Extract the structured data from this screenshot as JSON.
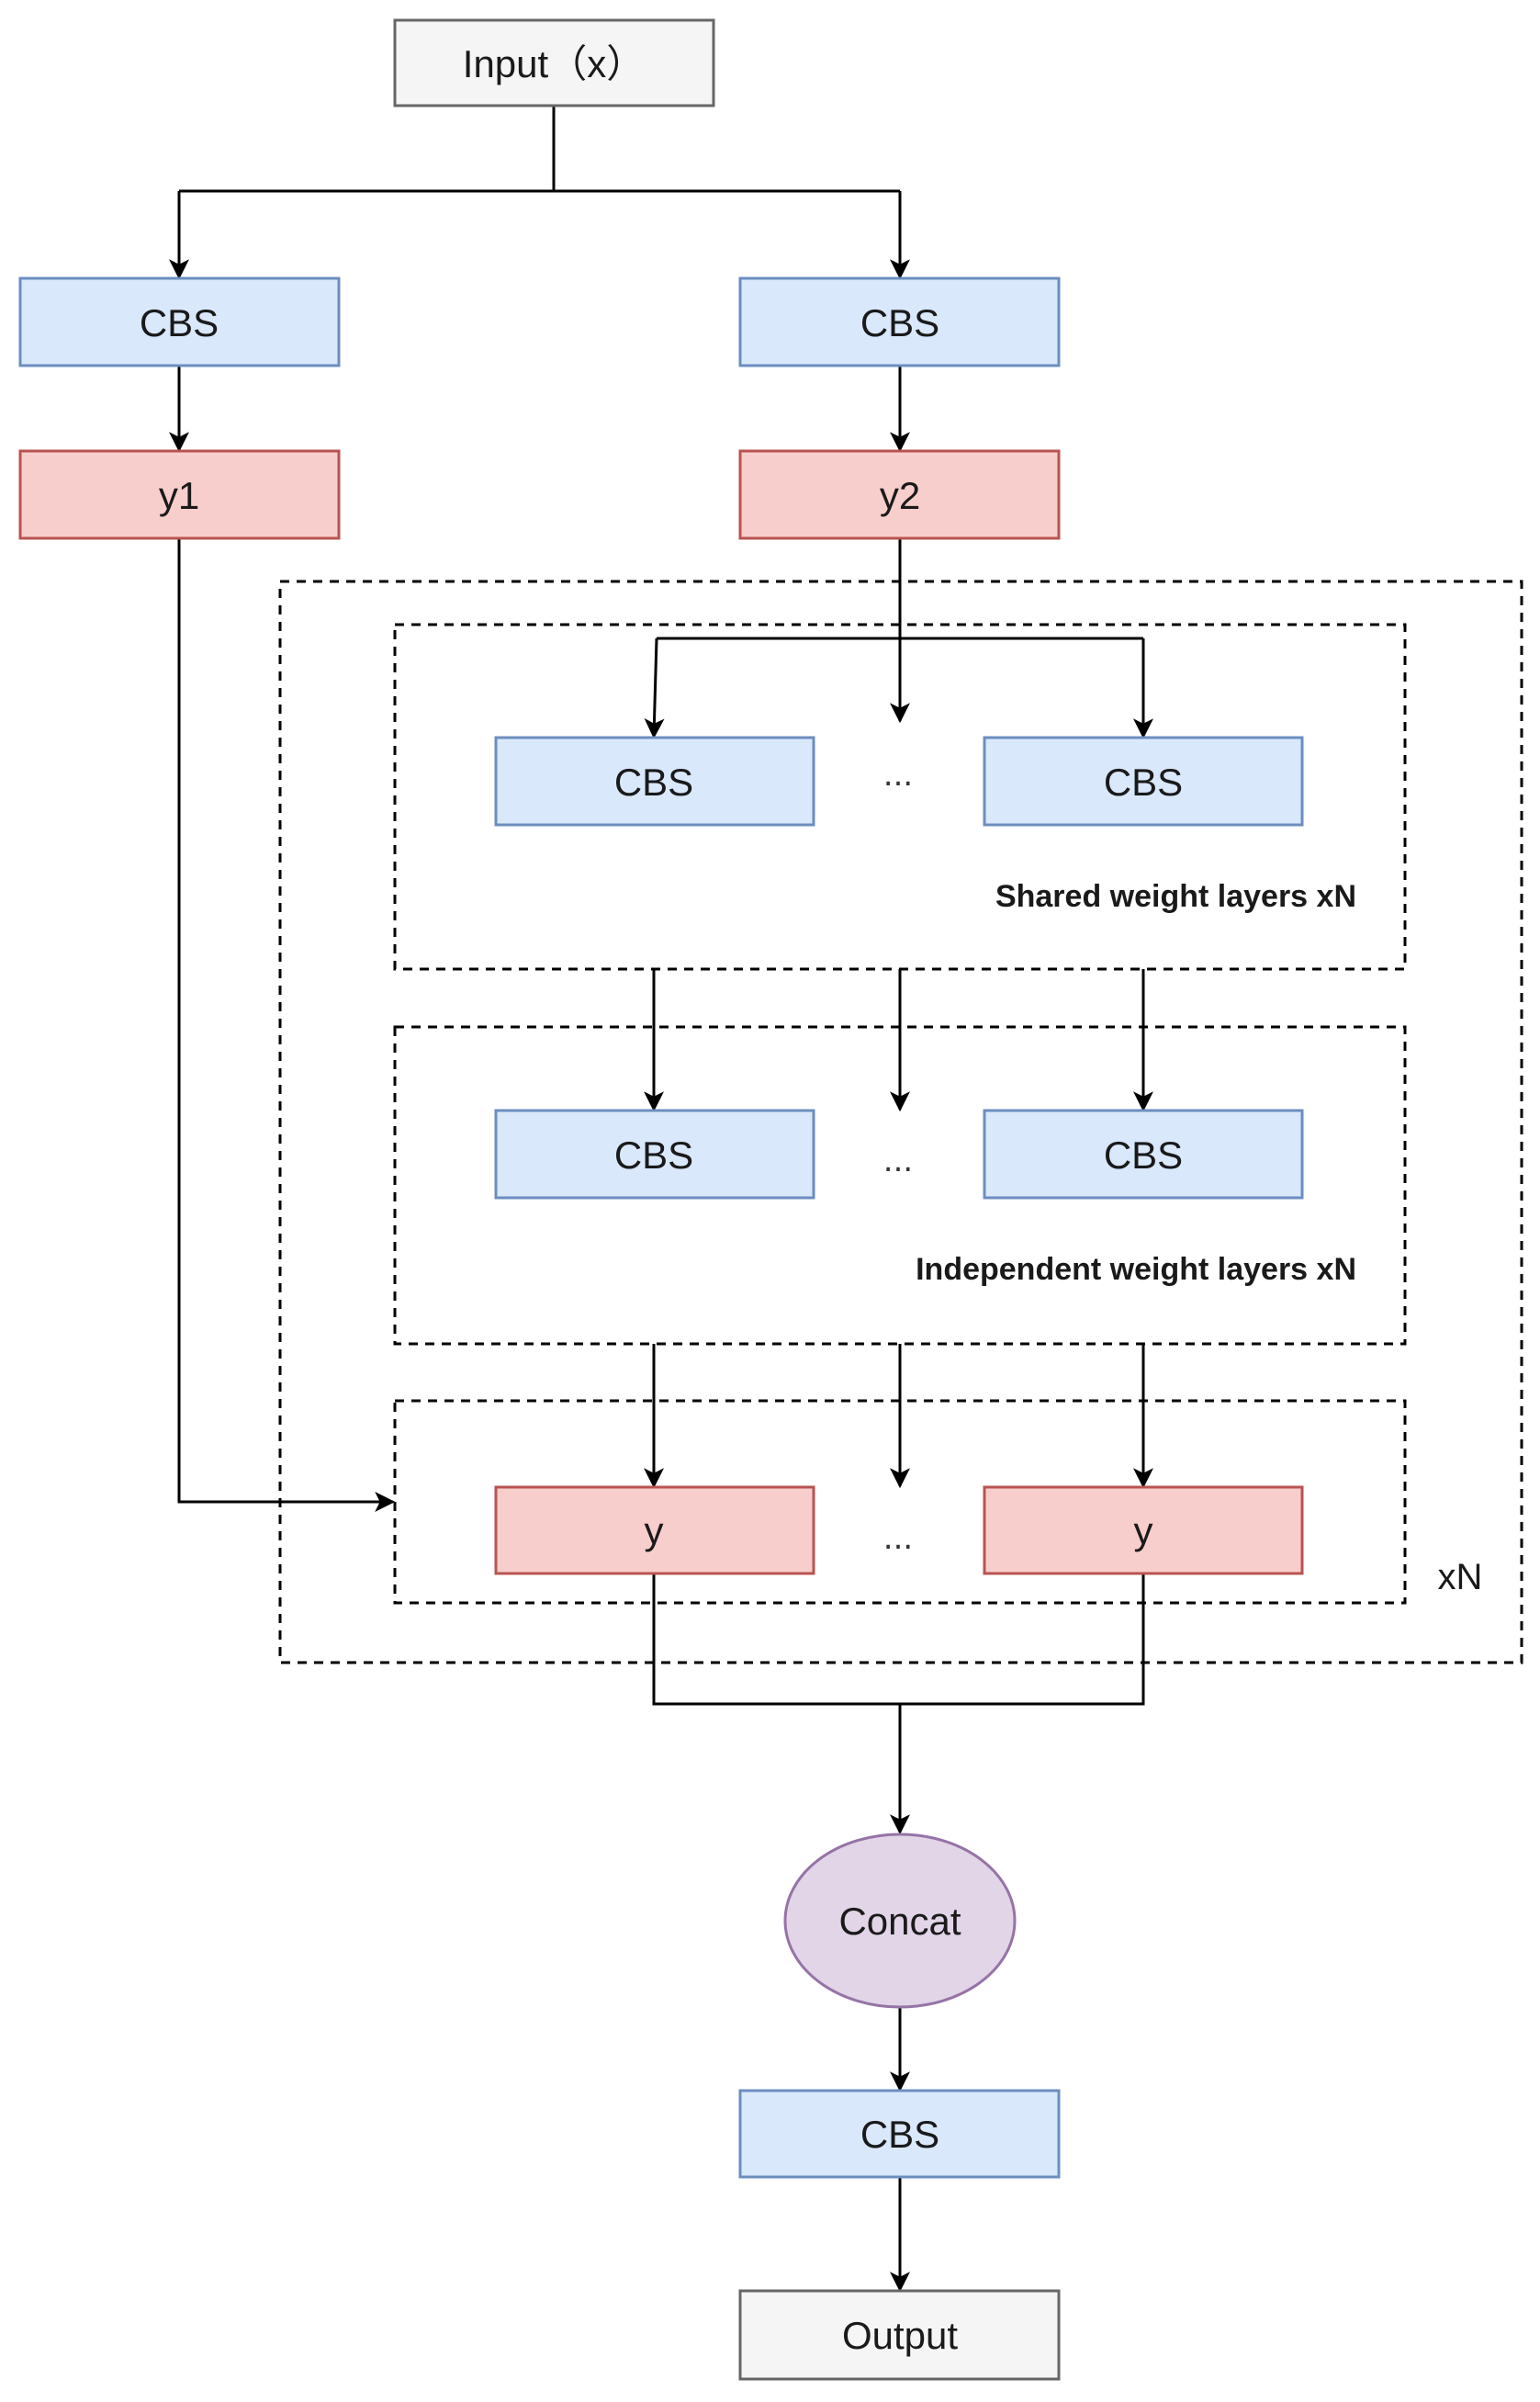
{
  "colors": {
    "cbs_fill": "#dae8fc",
    "cbs_stroke": "#6c8ebf",
    "y_fill": "#f8cecc",
    "y_stroke": "#b85450",
    "io_fill": "#f5f5f5",
    "io_stroke": "#666666",
    "concat_fill": "#e1d5e7",
    "concat_stroke": "#9673a6",
    "line": "#000000"
  },
  "nodes": {
    "input": "Input（x）",
    "cbs_left": "CBS",
    "cbs_right": "CBS",
    "y1": "y1",
    "y2": "y2",
    "shared_cbs_a": "CBS",
    "shared_cbs_b": "CBS",
    "shared_dots": "...",
    "independent_cbs_a": "CBS",
    "independent_cbs_b": "CBS",
    "independent_dots": "...",
    "y_a": "y",
    "y_b": "y",
    "y_dots": "...",
    "concat": "Concat",
    "cbs_final": "CBS",
    "output": "Output"
  },
  "groups": {
    "shared_label": "Shared weight layers xN",
    "independent_label": "Independent weight layers xN",
    "repeat_label": "xN"
  }
}
